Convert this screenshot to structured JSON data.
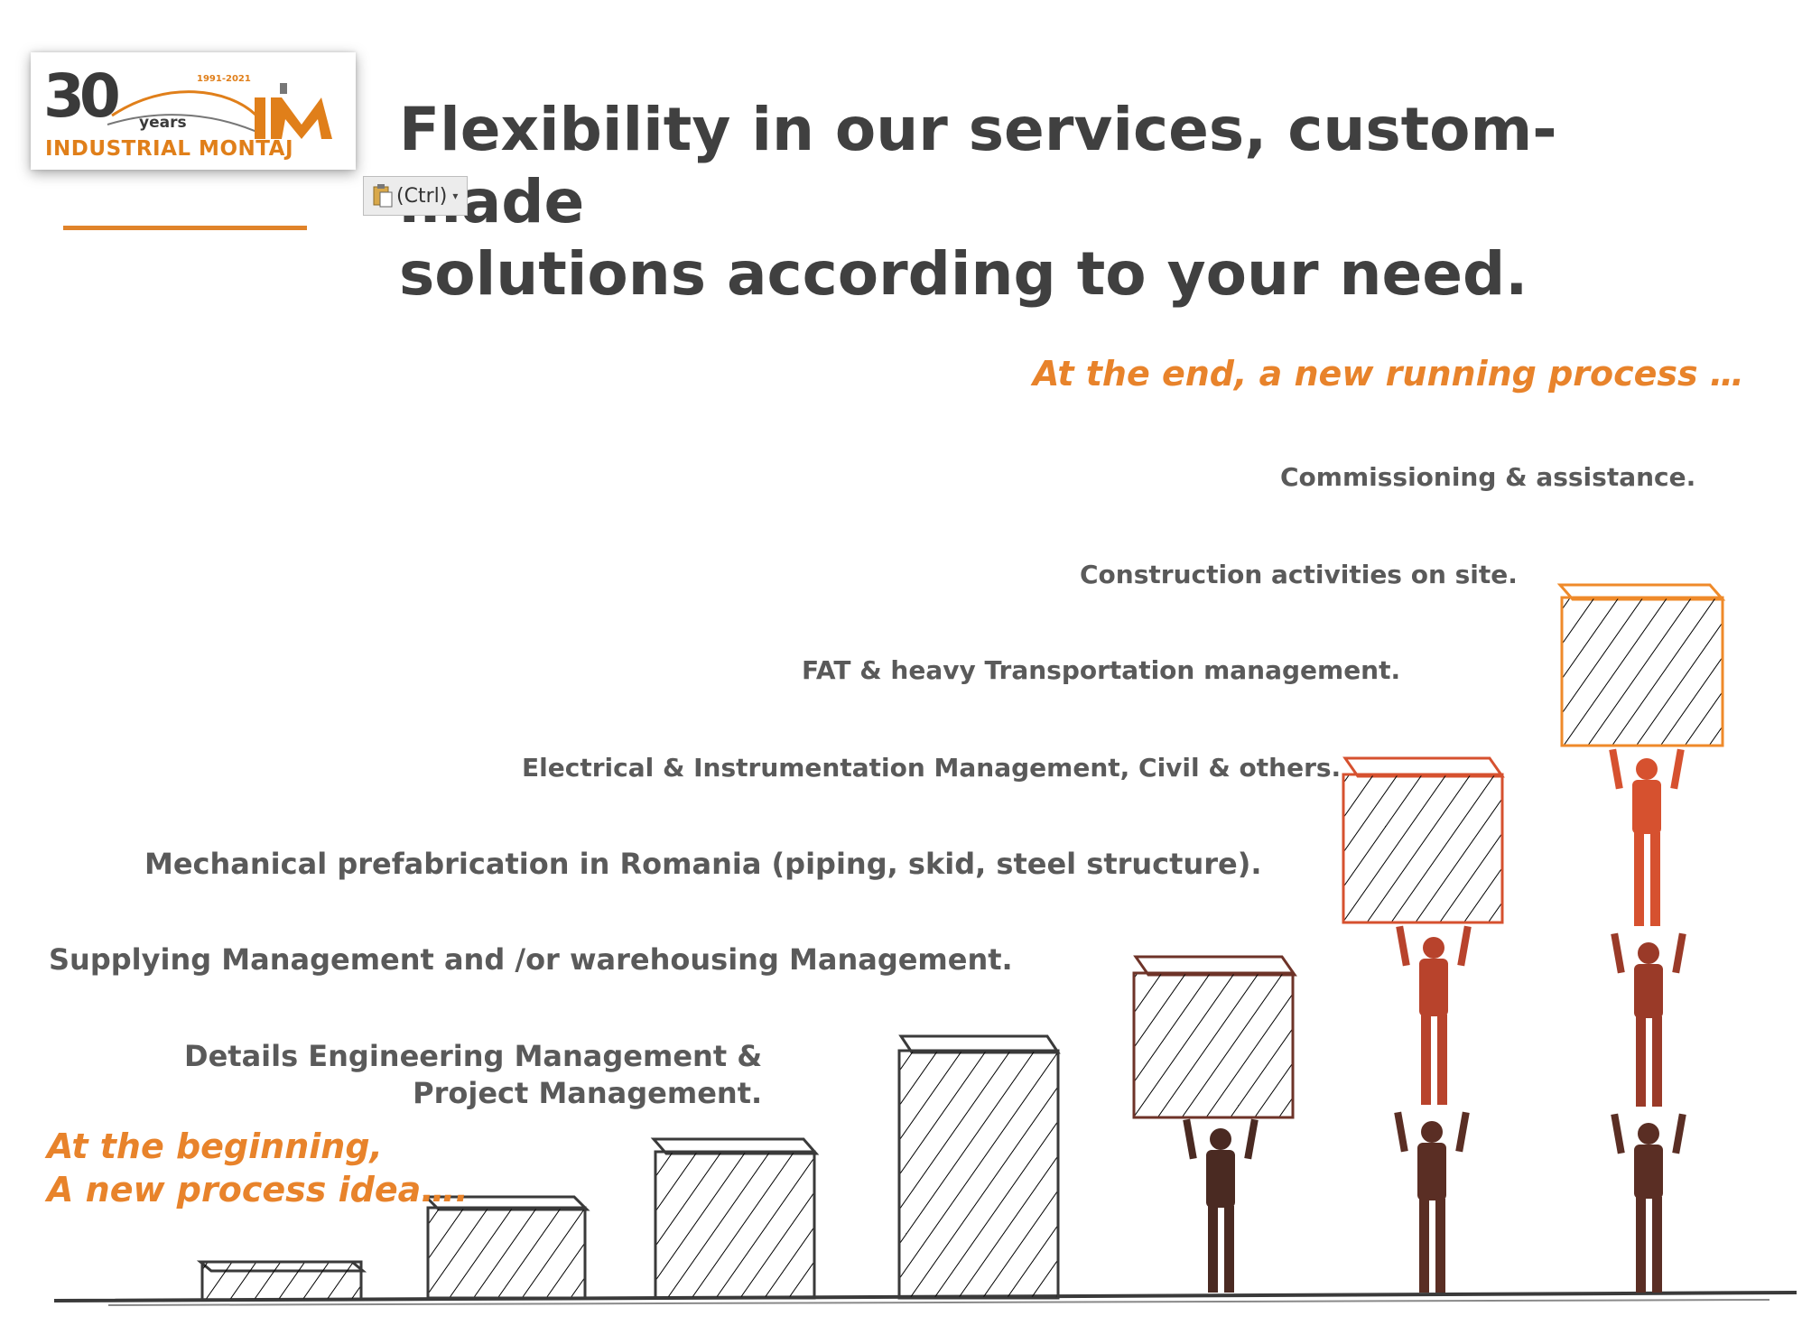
{
  "logo": {
    "number": "30",
    "years": "years",
    "range": "1991-2021",
    "company": "INDUSTRIAL MONTAJ",
    "mark_icon": "im-logo-mark"
  },
  "title": {
    "line1": "Flexibility in our services, custom-made",
    "line2": "solutions according to your need."
  },
  "paste_widget": {
    "label": "(Ctrl)",
    "icon": "clipboard-icon"
  },
  "end_note": "At the end, a new running process …",
  "steps": [
    "Commissioning & assistance.",
    "Construction activities on site.",
    "FAT &  heavy Transportation management.",
    "Electrical & Instrumentation Management, Civil & others.",
    "Mechanical prefabrication in Romania (piping, skid, steel structure).",
    "Supplying Management and /or warehousing Management."
  ],
  "detail_step": {
    "line1": "Details Engineering Management &",
    "line2": "Project Management."
  },
  "beginning": {
    "line1": "At the beginning,",
    "line2": "A new process idea…."
  },
  "colors": {
    "accent": "#e8832b",
    "text": "#404040",
    "sketch_dark": "#3a3a3a",
    "sketch_red": "#d6512f"
  }
}
